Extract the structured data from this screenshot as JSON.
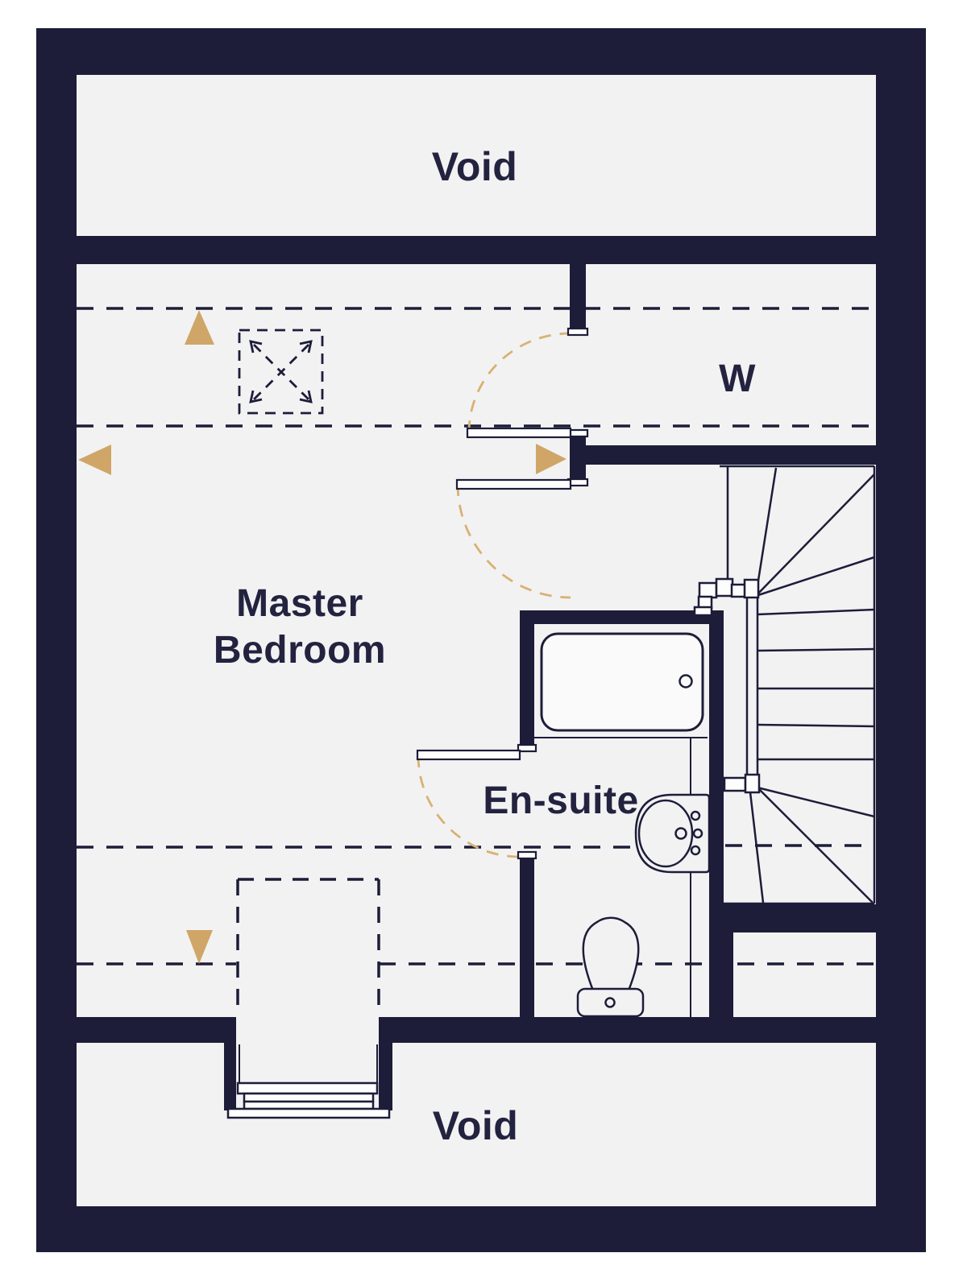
{
  "plan": {
    "type": "floor-plan",
    "floor_note": "loft floor with master bedroom, en-suite, wardrobe, stairs and voids"
  },
  "labels": {
    "void_top": "Void",
    "wardrobe": "W",
    "master_bedroom_line1": "Master",
    "master_bedroom_line2": "Bedroom",
    "ensuite": "En-suite",
    "void_bottom": "Void"
  },
  "colors": {
    "wall": "#1d1d39",
    "floor": "#f2f2f3",
    "fixture_fill": "#fafafb",
    "accent_gold": "#cfa667",
    "gold_arc": "#d8b272",
    "label_text": "#232340",
    "background": "#ffffff"
  },
  "symbols": [
    "skylight-symbol",
    "ceiling-height-dashed-line",
    "door-swing-arc",
    "direction-arrow-up",
    "direction-arrow-down",
    "direction-arrow-left",
    "direction-arrow-right",
    "winder-staircase",
    "bath",
    "basin",
    "toilet",
    "dormer-window",
    "bed-outline-dashed"
  ]
}
